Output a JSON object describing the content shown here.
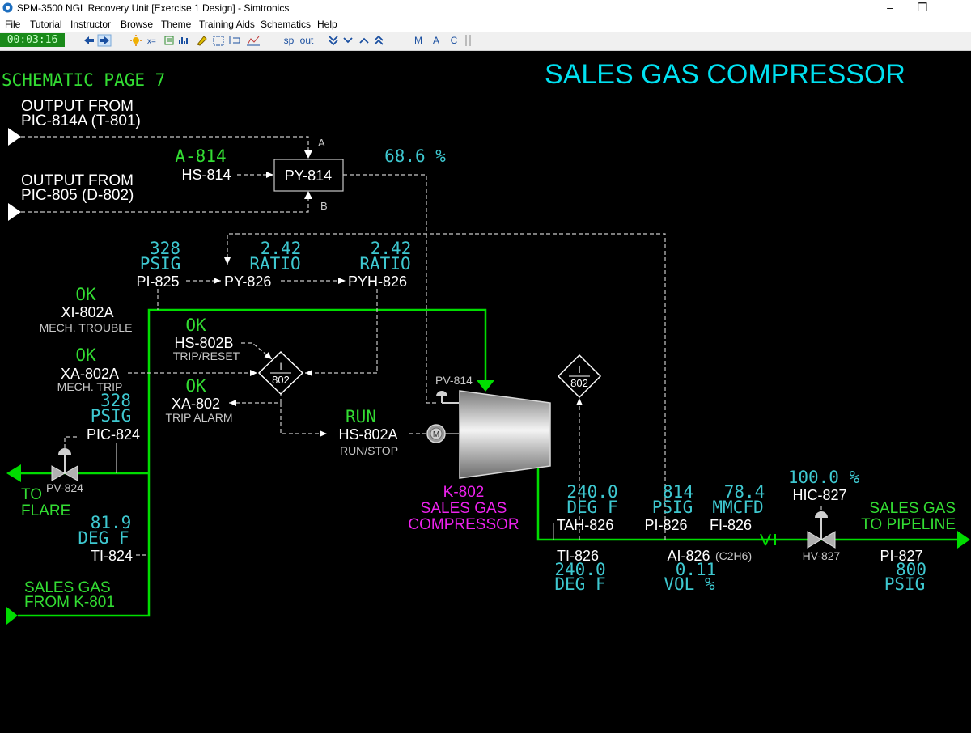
{
  "window": {
    "title": "SPM-3500 NGL Recovery Unit [Exercise 1 Design] - Simtronics",
    "minimize_glyph": "–",
    "restore_glyph": "❐"
  },
  "menu": [
    "File",
    "Tutorial",
    "Instructor",
    "Browse",
    "Theme",
    "Training Aids",
    "Schematics",
    "Help"
  ],
  "toolbar": {
    "clock": "00:03:16",
    "sp_label": "sp",
    "out_label": "out",
    "m_label": "M",
    "a_label": "A",
    "c_label": "C"
  },
  "schematic": {
    "page_label": "SCHEMATIC PAGE 7",
    "title": "SALES GAS COMPRESSOR",
    "inputs": {
      "pic814a_l1": "OUTPUT FROM",
      "pic814a_l2": "PIC-814A (T-801)",
      "pic805_l1": "OUTPUT FROM",
      "pic805_l2": "PIC-805 (D-802)",
      "sales_in_l1": "SALES GAS",
      "sales_in_l2": "FROM K-801"
    },
    "py814": {
      "hs_tag": "HS-814",
      "hs_value": "A-814",
      "tag": "PY-814",
      "in_a": "A",
      "in_b": "B",
      "output": "68.6 %"
    },
    "pi825": {
      "tag": "PI-825",
      "value": "328",
      "unit": "PSIG"
    },
    "py826": {
      "tag": "PY-826",
      "value": "2.42",
      "unit": "RATIO"
    },
    "pyh826": {
      "tag": "PYH-826",
      "value": "2.42",
      "unit": "RATIO"
    },
    "xi802a": {
      "status": "OK",
      "tag": "XI-802A",
      "desc": "MECH. TROUBLE"
    },
    "hs802b": {
      "status": "OK",
      "tag": "HS-802B",
      "desc": "TRIP/RESET"
    },
    "xa802a": {
      "status": "OK",
      "tag": "XA-802A",
      "desc": "MECH. TRIP"
    },
    "xa802": {
      "status": "OK",
      "tag": "XA-802",
      "desc": "TRIP ALARM"
    },
    "interlock1": {
      "tag": "I",
      "num": "802"
    },
    "interlock2": {
      "tag": "I",
      "num": "802"
    },
    "hs802a": {
      "status": "RUN",
      "tag": "HS-802A",
      "desc": "RUN/STOP",
      "motor": "M"
    },
    "pv814": {
      "tag": "PV-814"
    },
    "pic824": {
      "tag": "PIC-824",
      "value": "328",
      "unit": "PSIG"
    },
    "pv824": {
      "tag": "PV-824"
    },
    "flare": {
      "l1": "TO",
      "l2": "FLARE"
    },
    "ti824": {
      "tag": "TI-824",
      "value": "81.9",
      "unit": "DEG F"
    },
    "k802": {
      "l1": "K-802",
      "l2": "SALES GAS",
      "l3": "COMPRESSOR"
    },
    "tah826": {
      "tag": "TAH-826",
      "value": "240.0",
      "unit": "DEG F"
    },
    "ti826": {
      "tag": "TI-826",
      "value": "240.0",
      "unit": "DEG F"
    },
    "pi826": {
      "tag": "PI-826",
      "value": "814",
      "unit": "PSIG"
    },
    "fi826": {
      "tag": "FI-826",
      "value": "78.4",
      "unit": "MMCFD"
    },
    "ai826": {
      "tag": "AI-826",
      "component": "(C2H6)",
      "value": "0.11",
      "unit": "VOL %"
    },
    "hic827": {
      "tag": "HIC-827",
      "value": "100.0 %"
    },
    "hv827": {
      "tag": "HV-827"
    },
    "pi827": {
      "tag": "PI-827",
      "value": "800",
      "unit": "PSIG"
    },
    "sales_out": {
      "l1": "SALES GAS",
      "l2": "TO PIPELINE"
    }
  },
  "colors": {
    "process_line": "#00dd00",
    "signal_line": "#c8c8c8",
    "value": "#3ec8d0",
    "status_ok": "#33dd33",
    "equipment_label": "#ee22ee",
    "title": "#00e0f0"
  }
}
